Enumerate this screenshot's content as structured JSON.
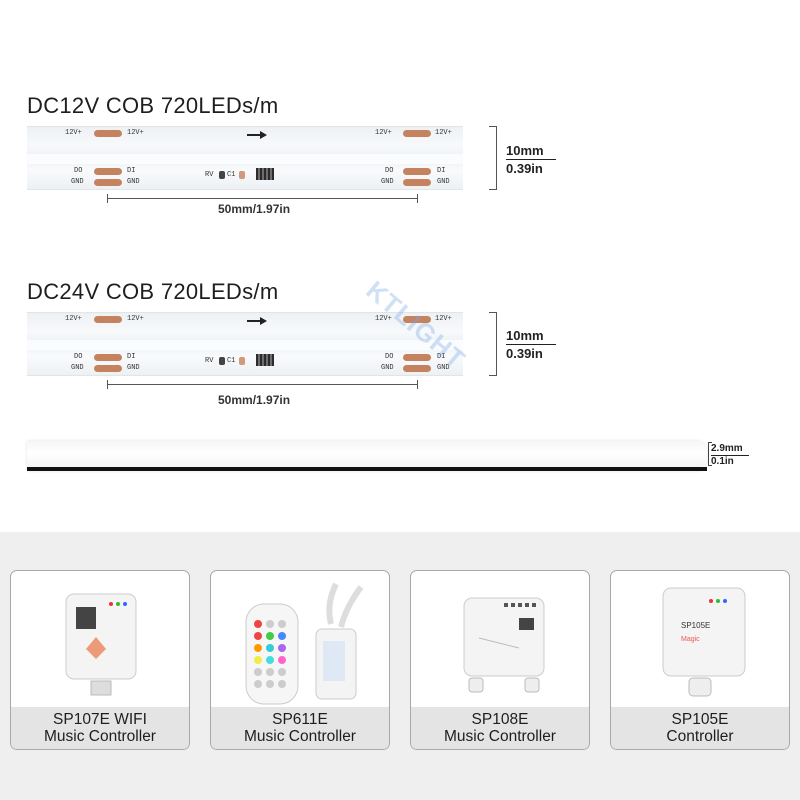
{
  "strip1": {
    "title": "DC12V COB 720LEDs/m",
    "labels": {
      "v_left": "12V+",
      "v_left2": "12V+",
      "v_right": "12V+",
      "v_right2": "12V+",
      "do_left": "DO",
      "di_left": "DI",
      "gnd_left": "GND",
      "gnd_left2": "GND",
      "rv": "RV",
      "c1": "C1",
      "do_right": "DO",
      "di_right": "DI",
      "gnd_right": "GND",
      "gnd_right2": "GND"
    },
    "cut_length": "50mm/1.97in",
    "width_mm": "10mm",
    "width_in": "0.39in"
  },
  "strip2": {
    "title": "DC24V COB 720LEDs/m",
    "labels": {
      "v_left": "12V+",
      "v_left2": "12V+",
      "v_right": "12V+",
      "v_right2": "12V+",
      "do_left": "DO",
      "di_left": "DI",
      "gnd_left": "GND",
      "gnd_left2": "GND",
      "rv": "RV",
      "c1": "C1",
      "do_right": "DO",
      "di_right": "DI",
      "gnd_right": "GND",
      "gnd_right2": "GND"
    },
    "cut_length": "50mm/1.97in",
    "width_mm": "10mm",
    "width_in": "0.39in"
  },
  "watermark": "KTLIGHT",
  "profile": {
    "thickness_mm": "2.9mm",
    "thickness_in": "0.1in"
  },
  "controllers": [
    {
      "line1": "SP107E WIFI",
      "line2": "Music Controller"
    },
    {
      "line1": "SP611E",
      "line2": "Music Controller"
    },
    {
      "line1": "SP108E",
      "line2": "Music Controller"
    },
    {
      "line1": "SP105E",
      "line2": "Controller"
    }
  ],
  "colors": {
    "pad": "#c4825f",
    "panel_bg": "#efefef",
    "caption_bg": "#e4e4e4",
    "card_border": "#a9a9a9"
  }
}
